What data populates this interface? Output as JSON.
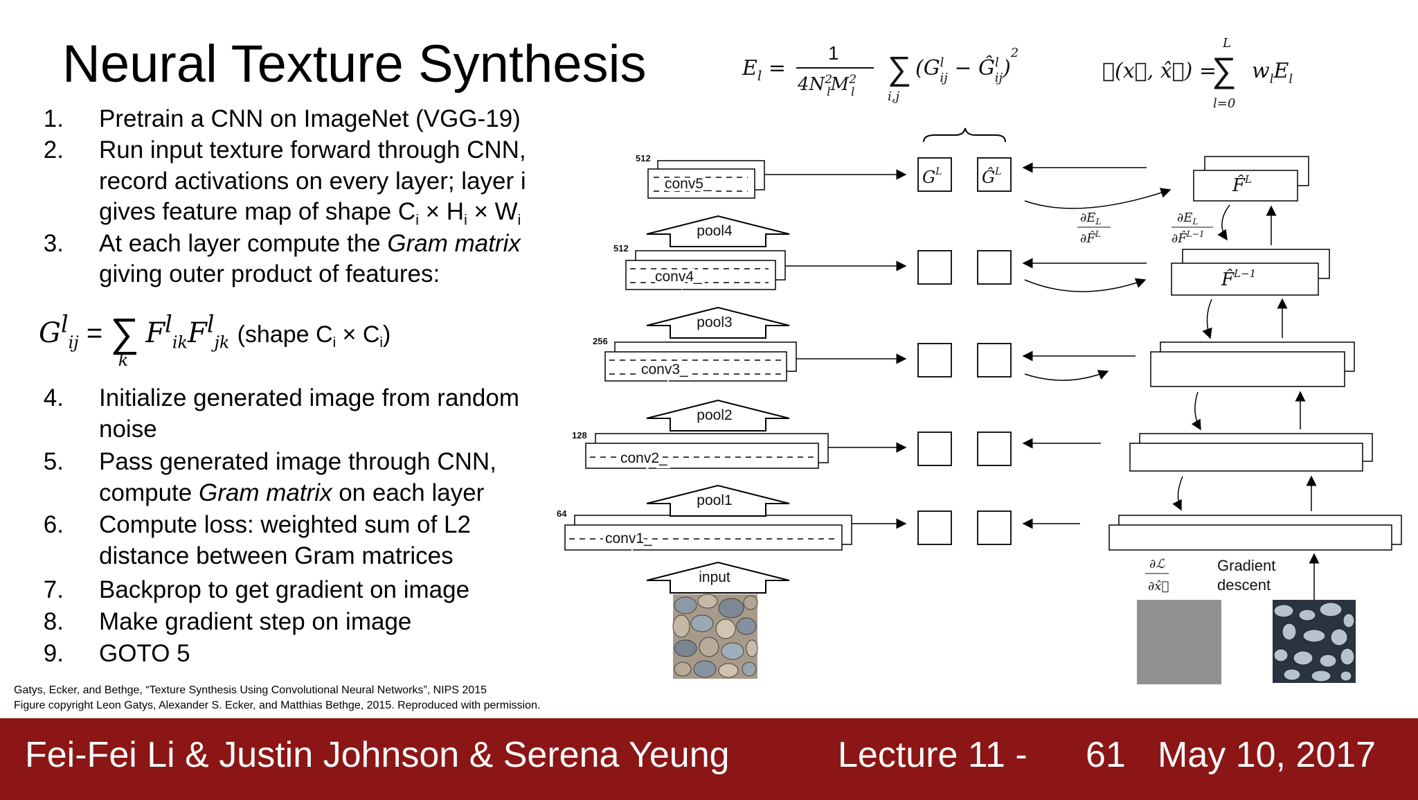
{
  "slide": {
    "title": "Neural Texture Synthesis",
    "steps": [
      {
        "num": "1.",
        "lines": [
          "Pretrain a CNN on ImageNet (VGG-19)"
        ]
      },
      {
        "num": "2.",
        "lines": [
          "Run input texture forward through CNN,",
          "record activations on every layer; layer i",
          "gives feature map of shape C_i × H_i × W_i"
        ]
      },
      {
        "num": "3.",
        "lines": [
          "At each layer compute the Gram matrix",
          "giving outer product of features:"
        ]
      },
      {
        "num": "4.",
        "lines": [
          "Initialize generated image from random",
          "noise"
        ]
      },
      {
        "num": "5.",
        "lines": [
          "Pass generated image through CNN,",
          "compute Gram matrix on each layer"
        ]
      },
      {
        "num": "6.",
        "lines": [
          "Compute loss: weighted sum of L2",
          "distance between Gram matrices"
        ]
      },
      {
        "num": "7.",
        "lines": [
          "Backprop to get gradient on image"
        ]
      },
      {
        "num": "8.",
        "lines": [
          "Make gradient step on image"
        ]
      },
      {
        "num": "9.",
        "lines": [
          "GOTO 5"
        ]
      }
    ],
    "gram_shape_text": "(shape C",
    "citation": [
      "Gatys, Ecker, and Bethge, “Texture Synthesis Using Convolutional Neural Networks”, NIPS 2015",
      "Figure copyright Leon Gatys, Alexander S. Ecker, and Matthias Bethge, 2015. Reproduced with permission."
    ]
  },
  "diagram": {
    "layers": [
      {
        "name": "conv5_",
        "channels": "512",
        "pool": "pool4"
      },
      {
        "name": "conv4_",
        "channels": "512",
        "pool": "pool3"
      },
      {
        "name": "conv3_",
        "channels": "256",
        "pool": "pool2"
      },
      {
        "name": "conv2_",
        "channels": "128",
        "pool": "pool1"
      },
      {
        "name": "conv1_",
        "channels": "64",
        "pool": "input"
      }
    ],
    "gradient_descent_label": [
      "Gradient",
      "descent"
    ],
    "colors": {
      "footer": "#8c1515"
    }
  },
  "footer": {
    "authors": "Fei-Fei Li & Justin Johnson & Serena Yeung",
    "lecture": "Lecture 11 -",
    "page": "61",
    "date": "May 10, 2017"
  }
}
